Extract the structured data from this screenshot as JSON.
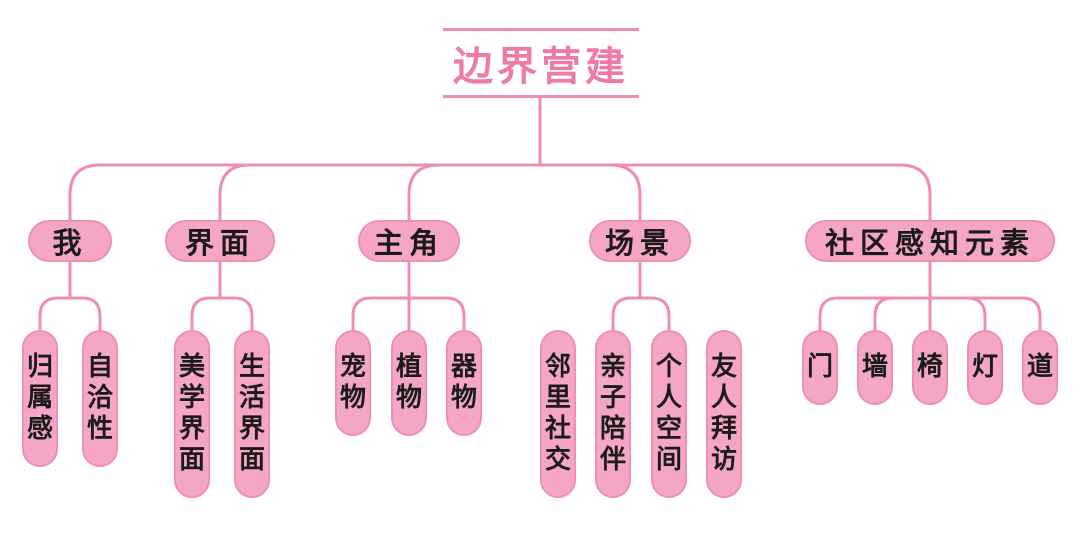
{
  "root": {
    "label": "边界营建"
  },
  "colors": {
    "line": "#f08cb0",
    "node_fill": "#f5a6c6",
    "title": "#ee7aa6",
    "text": "#1a1a1a"
  },
  "branches": [
    {
      "label": "我",
      "children": [
        "归属感",
        "自洽性"
      ]
    },
    {
      "label": "界面",
      "children": [
        "美学界面",
        "生活界面"
      ]
    },
    {
      "label": "主角",
      "children": [
        "宠物",
        "植物",
        "器物"
      ]
    },
    {
      "label": "场景",
      "children": [
        "邻里社交",
        "亲子陪伴",
        "个人空间",
        "友人拜访"
      ]
    },
    {
      "label": "社区感知元素",
      "children": [
        "门",
        "墙",
        "椅",
        "灯",
        "道"
      ]
    }
  ]
}
